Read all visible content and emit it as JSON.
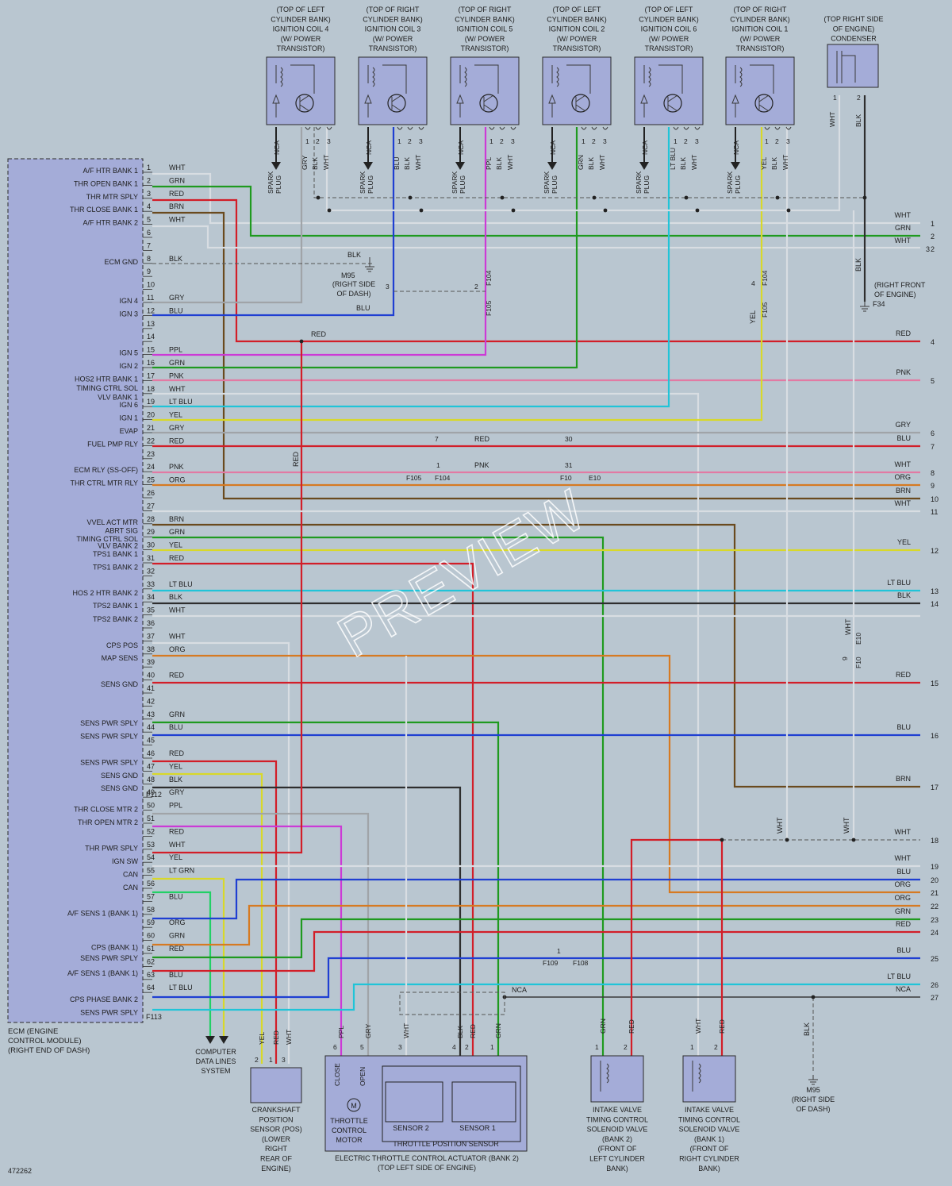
{
  "coils": [
    {
      "label": [
        "(TOP OF LEFT",
        "CYLINDER BANK)",
        "IGNITION COIL 4",
        "(W/ POWER",
        "TRANSISTOR)"
      ],
      "sig": "GRY"
    },
    {
      "label": [
        "(TOP OF RIGHT",
        "CYLINDER BANK)",
        "IGNITION COIL 3",
        "(W/ POWER",
        "TRANSISTOR)"
      ],
      "sig": "BLU"
    },
    {
      "label": [
        "(TOP OF RIGHT",
        "CYLINDER BANK)",
        "IGNITION COIL 5",
        "(W/ POWER",
        "TRANSISTOR)"
      ],
      "sig": "PPL"
    },
    {
      "label": [
        "(TOP OF LEFT",
        "CYLINDER BANK)",
        "IGNITION COIL 2",
        "(W/ POWER",
        "TRANSISTOR)"
      ],
      "sig": "GRN"
    },
    {
      "label": [
        "(TOP OF LEFT",
        "CYLINDER BANK)",
        "IGNITION COIL 6",
        "(W/ POWER",
        "TRANSISTOR)"
      ],
      "sig": "LT BLU"
    },
    {
      "label": [
        "(TOP OF RIGHT",
        "CYLINDER BANK)",
        "IGNITION COIL 1",
        "(W/ POWER",
        "TRANSISTOR)"
      ],
      "sig": "YEL"
    }
  ],
  "coil_pins": {
    "p1": "1",
    "p2": "2",
    "p3": "3",
    "blk": "BLK",
    "wht": "WHT",
    "nca": "NCA",
    "spark": "SPARK",
    "plug": "PLUG"
  },
  "condenser": {
    "label": [
      "(TOP RIGHT SIDE",
      "OF ENGINE)",
      "CONDENSER"
    ],
    "w1": "WHT",
    "w2": "BLK",
    "p1": "1",
    "p2": "2"
  },
  "ecm": {
    "label": [
      "ECM (ENGINE",
      "CONTROL MODULE)",
      "(RIGHT END OF DASH)"
    ],
    "conn1": "F112",
    "conn2": "F113"
  },
  "pin_labels": {
    "1": "A/F HTR BANK 1",
    "2": "THR OPEN BANK 1",
    "3": "THR MTR SPLY",
    "4": "THR CLOSE BANK 1",
    "5": "A/F HTR BANK 2",
    "8": "ECM GND",
    "11": "IGN 4",
    "12": "IGN 3",
    "15": "IGN 5",
    "16": "IGN 2",
    "17": "HOS2 HTR BANK 1",
    "18": "TIMING CTRL SOL",
    "19a": "VLV BANK 1",
    "19b": "IGN 6",
    "20": "IGN 1",
    "21": "EVAP",
    "22": "FUEL PMP RLY",
    "24": "ECM RLY (SS-OFF)",
    "25": "THR CTRL MTR RLY",
    "28": "VVEL ACT MTR",
    "29a": "ABRT SIG",
    "29b": "TIMING CTRL SOL",
    "30a": "VLV BANK 2",
    "30b": "TPS1 BANK 1",
    "31": "TPS1 BANK 2",
    "33": "HOS 2 HTR BANK 2",
    "34": "TPS2 BANK 1",
    "35": "TPS2 BANK 2",
    "37": "CPS POS",
    "38": "MAP SENS",
    "40": "SENS GND",
    "43": "SENS PWR SPLY",
    "44": "SENS PWR SPLY",
    "46": "SENS PWR SPLY",
    "47": "SENS GND",
    "48": "SENS GND",
    "49": "THR CLOSE MTR 2",
    "50": "THR OPEN MTR 2",
    "52": "THR PWR SPLY",
    "53": "IGN SW",
    "54": "CAN",
    "55": "CAN",
    "57": "A/F SENS 1 (BANK 1)",
    "59": "CPS (BANK 1)",
    "60": "SENS PWR SPLY",
    "61": "A/F SENS 1 (BANK 1)",
    "63": "CPS PHASE BANK 2",
    "64": "SENS PWR SPLY"
  },
  "pin_colors": {
    "1": "WHT",
    "2": "GRN",
    "3": "RED",
    "4": "BRN",
    "5": "WHT",
    "8": "BLK",
    "11": "GRY",
    "12": "BLU",
    "15": "PPL",
    "16": "GRN",
    "17": "PNK",
    "18": "WHT",
    "19": "LT BLU",
    "20": "YEL",
    "21": "GRY",
    "22": "RED",
    "24": "PNK",
    "25": "ORG",
    "28": "BRN",
    "29": "GRN",
    "30": "YEL",
    "31": "RED",
    "33": "LT BLU",
    "34": "BLK",
    "35": "WHT",
    "37": "WHT",
    "38": "ORG",
    "40": "RED",
    "43": "GRN",
    "44": "BLU",
    "46": "RED",
    "47": "YEL",
    "48": "BLK",
    "49": "GRY",
    "50": "PPL",
    "52": "RED",
    "53": "WHT",
    "54": "YEL",
    "55": "LT GRN",
    "57": "BLU",
    "59": "ORG",
    "60": "GRN",
    "61": "RED",
    "63": "BLU",
    "64": "LT BLU"
  },
  "right_terms": [
    {
      "n": "1",
      "c": "WHT"
    },
    {
      "n": "2",
      "c": "GRN"
    },
    {
      "n": "2",
      "c": "WHT"
    },
    {
      "n": "3",
      "c": ""
    },
    {
      "n": "4",
      "c": "RED"
    },
    {
      "n": "5",
      "c": "PNK"
    },
    {
      "n": "6",
      "c": "GRY"
    },
    {
      "n": "7",
      "c": "BLU"
    },
    {
      "n": "8",
      "c": "WHT"
    },
    {
      "n": "9",
      "c": "ORG"
    },
    {
      "n": "10",
      "c": "BRN"
    },
    {
      "n": "11",
      "c": "WHT"
    },
    {
      "n": "12",
      "c": "YEL"
    },
    {
      "n": "13",
      "c": "LT BLU"
    },
    {
      "n": "14",
      "c": "BLK"
    },
    {
      "n": "15",
      "c": "RED"
    },
    {
      "n": "16",
      "c": "BLU"
    },
    {
      "n": "17",
      "c": "BRN"
    },
    {
      "n": "18",
      "c": "WHT"
    },
    {
      "n": "19",
      "c": "WHT"
    },
    {
      "n": "20",
      "c": "BLU"
    },
    {
      "n": "21",
      "c": "ORG"
    },
    {
      "n": "22",
      "c": "ORG"
    },
    {
      "n": "23",
      "c": "GRN"
    },
    {
      "n": "24",
      "c": "RED"
    },
    {
      "n": "25",
      "c": "BLU"
    },
    {
      "n": "26",
      "c": "LT BLU"
    },
    {
      "n": "27",
      "c": "NCA"
    }
  ],
  "ground_m95": {
    "wire": "BLK",
    "name": "M95",
    "loc": [
      "(RIGHT SIDE",
      "OF DASH)"
    ]
  },
  "ground_f34": {
    "wire": "BLK",
    "name": "F34",
    "loc": [
      "(RIGHT FRONT",
      "OF ENGINE)"
    ]
  },
  "connectors": {
    "f104": "F104",
    "f105": "F105",
    "f10": "F10",
    "e10": "E10",
    "f109": "F109",
    "f108": "F108",
    "p3": "3",
    "p2": "2",
    "p4": "4",
    "p7": "7",
    "p1": "1",
    "p30": "30",
    "p31": "31",
    "p9": "9",
    "blu": "BLU",
    "red": "RED",
    "pnk": "PNK",
    "yel": "YEL",
    "wht": "WHT",
    "ppl": "PPL",
    "blk": "BLK",
    "nca": "NCA"
  },
  "computer_data": [
    "COMPUTER",
    "DATA LINES",
    "SYSTEM"
  ],
  "ckp": {
    "label": [
      "CRANKSHAFT",
      "POSITION",
      "SENSOR (POS)",
      "(LOWER",
      "RIGHT",
      "REAR OF",
      "ENGINE)"
    ],
    "wires": [
      "YEL",
      "RED",
      "WHT"
    ],
    "pins": [
      "2",
      "1",
      "3"
    ]
  },
  "etc": {
    "close": "CLOSE",
    "open": "OPEN",
    "motor": [
      "THROTTLE",
      "CONTROL",
      "MOTOR"
    ],
    "sensor2": "SENSOR 2",
    "sensor1": "SENSOR 1",
    "tps": "THROTTLE POSITION SENSOR",
    "label": [
      "ELECTRIC THROTTLE CONTROL ACTUATOR (BANK 2)",
      "(TOP LEFT SIDE OF ENGINE)"
    ],
    "wires": [
      "PPL",
      "GRY",
      "WHT",
      "BLK",
      "RED",
      "GRN"
    ],
    "pins": [
      "6",
      "5",
      "3",
      "4",
      "2",
      "1"
    ],
    "m": "M"
  },
  "ivt2": {
    "label": [
      "INTAKE VALVE",
      "TIMING CONTROL",
      "SOLENOID VALVE",
      "(BANK 2)",
      "(FRONT OF",
      "LEFT CYLINDER",
      "BANK)"
    ],
    "wires": [
      "GRN",
      "RED"
    ],
    "pins": [
      "1",
      "2"
    ]
  },
  "ivt1": {
    "label": [
      "INTAKE VALVE",
      "TIMING CONTROL",
      "SOLENOID VALVE",
      "(BANK 1)",
      "(FRONT OF",
      "RIGHT CYLINDER",
      "BANK)"
    ],
    "wires": [
      "WHT",
      "RED"
    ],
    "pins": [
      "1",
      "2"
    ]
  },
  "misc": {
    "red": "RED",
    "blk": "BLK",
    "wht": "WHT",
    "nca": "NCA"
  },
  "code": "472262",
  "watermark": "PREVIEW",
  "colors": {
    "WHT": "#d8dde2",
    "GRN": "#1f9a1f",
    "RED": "#d21e28",
    "BRN": "#6a4a1e",
    "BLK": "#2e2e2e",
    "GRY": "#a0a4a8",
    "BLU": "#1f3fd2",
    "PPL": "#cc3ad6",
    "PNK": "#e27aa3",
    "LTBLU": "#20c4d8",
    "YEL": "#d8d82a",
    "ORG": "#d67a22",
    "LTGRN": "#22d066",
    "module": "#a4acd8"
  }
}
